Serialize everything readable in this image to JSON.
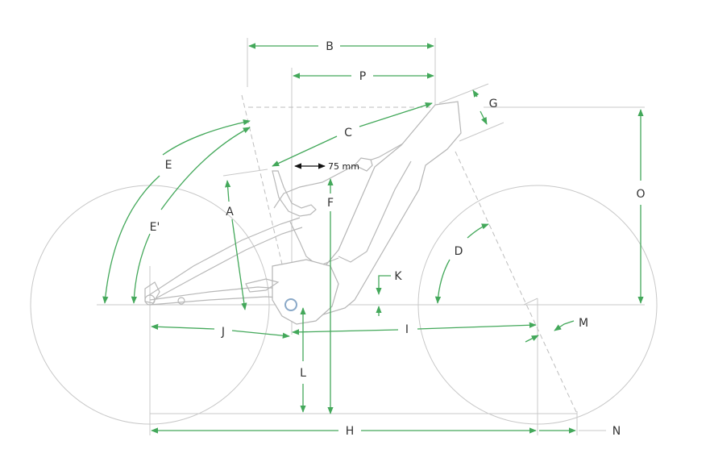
{
  "colors": {
    "dimension": "#43a85a",
    "reference_line": "#c8c8c8",
    "frame_outline": "#b5b5b5",
    "callout_arrow": "#111111",
    "bottom_bracket": "#8aa9c8"
  },
  "labels": {
    "A": "A",
    "B": "B",
    "C": "C",
    "D": "D",
    "E": "E",
    "E_prime": "E'",
    "F": "F",
    "G": "G",
    "H": "H",
    "I": "I",
    "J": "J",
    "K": "K",
    "L": "L",
    "M": "M",
    "N": "N",
    "O": "O",
    "P": "P"
  },
  "callout": {
    "offset_text": "75 mm"
  }
}
